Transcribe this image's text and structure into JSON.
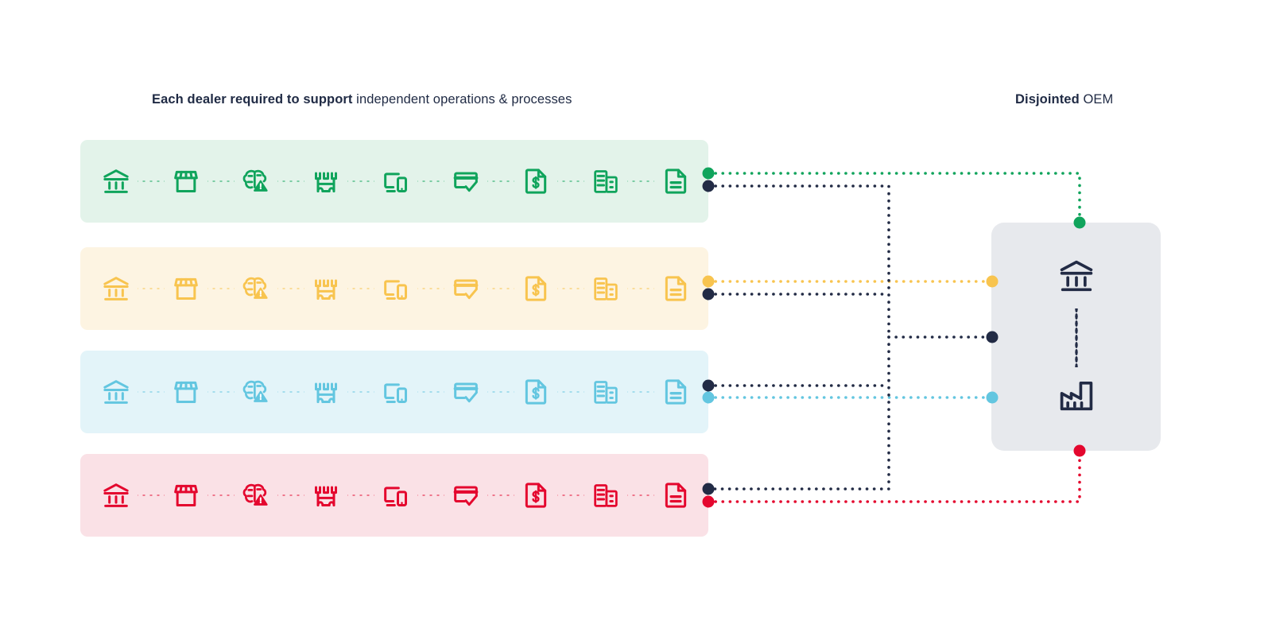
{
  "headings": {
    "left_bold": "Each dealer required to support",
    "left_normal": " independent operations & processes",
    "right_bold": "Disjointed",
    "right_normal": " OEM"
  },
  "colors": {
    "green": "#10a45c",
    "green_band": "#e3f3ea",
    "amber": "#f9c council",
    "amber_hex": "#f8c44f",
    "amber_band": "#fdf4e2",
    "blue": "#63c6e0",
    "blue_band": "#e3f4f9",
    "red": "#e4072e",
    "red_band": "#fae1e6",
    "dark": "#222b45",
    "oem_panel": "#e7e9ed",
    "page_bg": "#ffffff"
  },
  "process_icons": [
    {
      "name": "bank-icon",
      "label": "Bank / financing"
    },
    {
      "name": "storefront-icon",
      "label": "Dealership storefront"
    },
    {
      "name": "brain-alert-icon",
      "label": "Knowledge risk"
    },
    {
      "name": "castle-icon",
      "label": "Legacy system"
    },
    {
      "name": "devices-icon",
      "label": "Devices / channels"
    },
    {
      "name": "card-check-icon",
      "label": "Payment approval"
    },
    {
      "name": "invoice-dollar-icon",
      "label": "Invoicing"
    },
    {
      "name": "office-building-icon",
      "label": "Back office"
    },
    {
      "name": "document-icon",
      "label": "Contracts / documents"
    }
  ],
  "dealer_rows": [
    {
      "name": "dealer-row-green",
      "color_key": "green",
      "band_key": "green_band"
    },
    {
      "name": "dealer-row-amber",
      "color_key": "amber",
      "band_key": "amber_band"
    },
    {
      "name": "dealer-row-blue",
      "color_key": "blue",
      "band_key": "blue_band"
    },
    {
      "name": "dealer-row-red",
      "color_key": "red",
      "band_key": "red_band"
    }
  ],
  "oem": {
    "panel_name": "oem-panel",
    "icons": [
      {
        "name": "bank-icon",
        "label": "OEM captive finance"
      },
      {
        "name": "factory-icon",
        "label": "OEM manufacturing"
      }
    ]
  },
  "connectors": {
    "description": "Each dealer row emits one colored dotted link to the OEM panel plus one dark dotted link into a shared dark bus; the dark bus routes between rows.",
    "count_colored": 4,
    "count_dark": 4
  }
}
